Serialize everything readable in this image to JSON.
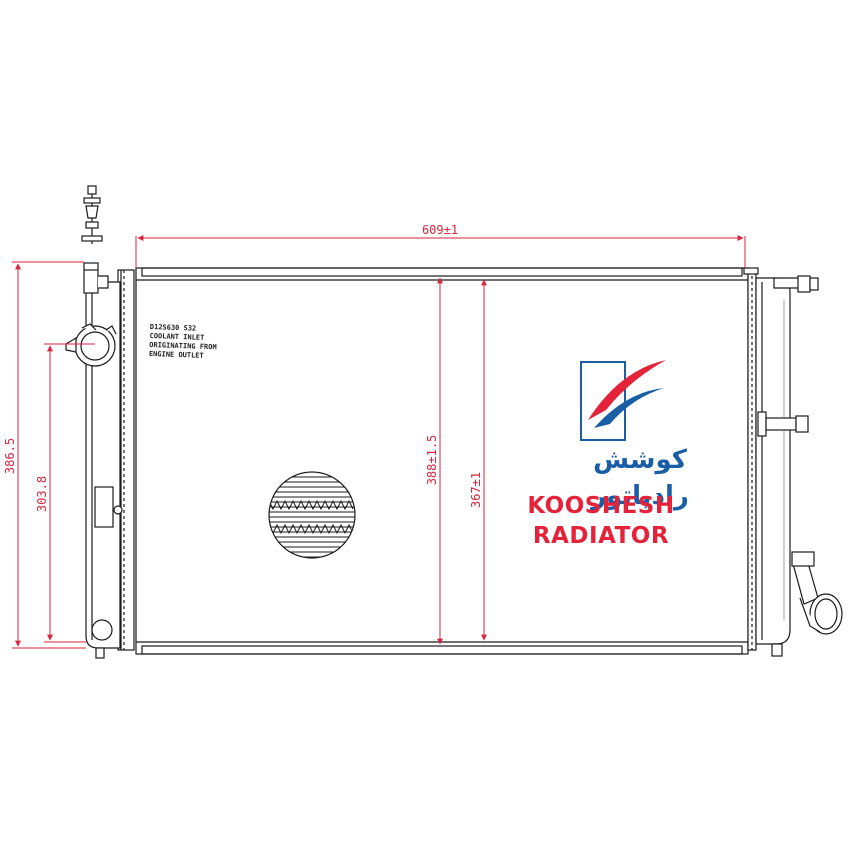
{
  "dimensions": {
    "width": "609±1",
    "height_outer": "386.5",
    "height_inner": "303.8",
    "height_core_a": "388±1.5",
    "height_core_b": "367±1"
  },
  "note": {
    "lines": [
      "D12S630 S32",
      "COOLANT INLET",
      "ORIGINATING FROM",
      "ENGINE OUTLET"
    ]
  },
  "logo": {
    "farsi": "کوشش رادیاتور",
    "line1": "KOOSHESH",
    "line2": "RADIATOR"
  },
  "colors": {
    "dimension": "#d7263d",
    "outline": "#1a1a1a",
    "brand_red": "#e4233b",
    "brand_blue": "#1a5fa6"
  }
}
